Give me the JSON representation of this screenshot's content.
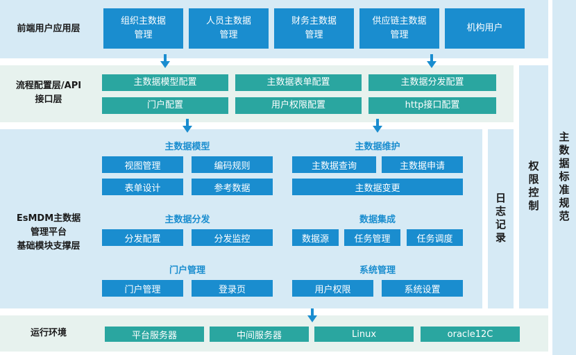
{
  "layers": {
    "frontend": "前端用户应用层",
    "process_line1": "流程配置层/API",
    "process_line2": "接口层",
    "esmdm_line1": "EsMDM主数据",
    "esmdm_line2": "管理平台",
    "esmdm_line3": "基础模块支撑层",
    "runtime": "运行环境"
  },
  "frontend_boxes": [
    {
      "line1": "组织主数据",
      "line2": "管理"
    },
    {
      "line1": "人员主数据",
      "line2": "管理"
    },
    {
      "line1": "财务主数据",
      "line2": "管理"
    },
    {
      "line1": "供应链主数据",
      "line2": "管理"
    },
    {
      "line1": "机构用户",
      "line2": ""
    }
  ],
  "process_boxes": [
    "主数据模型配置",
    "主数据表单配置",
    "主数据分发配置",
    "门户配置",
    "用户权限配置",
    "http接口配置"
  ],
  "sections": {
    "model": {
      "title": "主数据模型",
      "items": [
        "视图管理",
        "编码规则",
        "表单设计",
        "参考数据"
      ]
    },
    "maintain": {
      "title": "主数据维护",
      "items": [
        "主数据查询",
        "主数据申请",
        "主数据变更"
      ]
    },
    "distribute": {
      "title": "主数据分发",
      "items": [
        "分发配置",
        "分发监控"
      ]
    },
    "integration": {
      "title": "数据集成",
      "items": [
        "数据源",
        "任务管理",
        "任务调度"
      ]
    },
    "portal": {
      "title": "门户管理",
      "items": [
        "门户管理",
        "登录页"
      ]
    },
    "system": {
      "title": "系统管理",
      "items": [
        "用户权限",
        "系统设置"
      ]
    }
  },
  "runtime_boxes": [
    "平台服务器",
    "中间服务器",
    "Linux",
    "oracle12C"
  ],
  "side_columns": {
    "log": "日志记录",
    "permission": "权限控制",
    "standard": "主数据标准规范"
  },
  "colors": {
    "blue_box": "#1a8dcf",
    "teal_box": "#2aa6a0",
    "panel_blue": "#d6eaf5",
    "panel_green": "#e7f2ee",
    "title_blue": "#1a8dcf"
  }
}
